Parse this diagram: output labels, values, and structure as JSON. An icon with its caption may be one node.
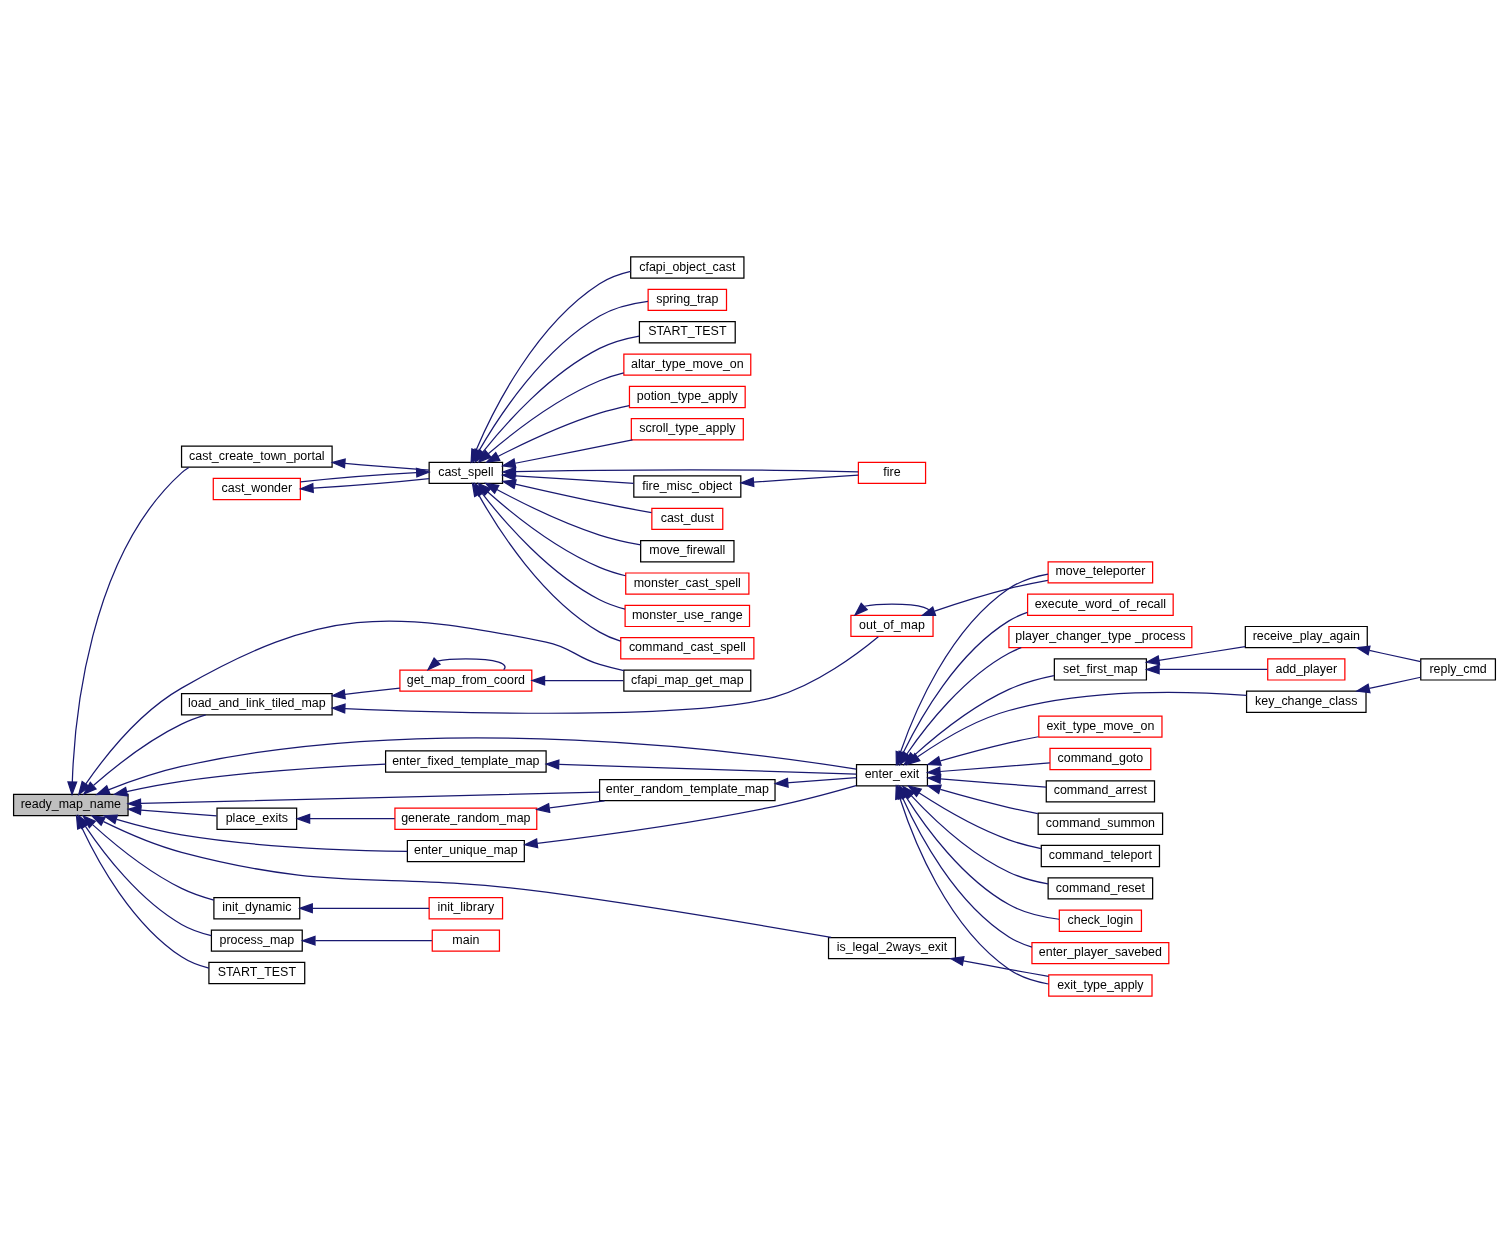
{
  "diagram": {
    "nodes": [
      {
        "text": [
          "ready_map_name"
        ]
      },
      {
        "text": [
          "cast_create_town_portal"
        ]
      },
      {
        "text": [
          "cast_spell"
        ]
      },
      {
        "text": [
          "cfapi_object_cast"
        ]
      },
      {
        "text": [
          "spring_trap"
        ]
      },
      {
        "text": [
          "cast_wonder"
        ]
      },
      {
        "text": [
          "START_TEST"
        ]
      },
      {
        "text": [
          "altar_type_move_on"
        ]
      },
      {
        "text": [
          "potion_type_apply"
        ]
      },
      {
        "text": [
          "scroll_type_apply"
        ]
      },
      {
        "text": [
          "fire"
        ]
      },
      {
        "text": [
          "fire_misc_object"
        ]
      },
      {
        "text": [
          "cast_dust"
        ]
      },
      {
        "text": [
          "move_firewall"
        ]
      },
      {
        "text": [
          "monster_cast_spell"
        ]
      },
      {
        "text": [
          "monster_use_range"
        ]
      },
      {
        "text": [
          "command_cast_spell"
        ]
      },
      {
        "text": [
          "load_and_link_tiled_map"
        ]
      },
      {
        "text": [
          "get_map_from_coord"
        ]
      },
      {
        "text": [
          "cfapi_map_get_map"
        ]
      },
      {
        "text": [
          "out_of_map"
        ]
      },
      {
        "text": [
          "move_teleporter"
        ]
      },
      {
        "text": [
          "enter_exit"
        ]
      },
      {
        "text": [
          "execute_word_of_recall"
        ]
      },
      {
        "text": [
          "player_changer_type _process"
        ]
      },
      {
        "text": [
          "set_first_map"
        ]
      },
      {
        "text": [
          "receive_play_again"
        ]
      },
      {
        "text": [
          "add_player"
        ]
      },
      {
        "text": [
          "reply_cmd"
        ]
      },
      {
        "text": [
          "key_change_class"
        ]
      },
      {
        "text": [
          "exit_type_move_on"
        ]
      },
      {
        "text": [
          "command_goto"
        ]
      },
      {
        "text": [
          "command_arrest"
        ]
      },
      {
        "text": [
          "command_summon"
        ]
      },
      {
        "text": [
          "command_teleport"
        ]
      },
      {
        "text": [
          "command_reset"
        ]
      },
      {
        "text": [
          "check_login"
        ]
      },
      {
        "text": [
          "enter_player_savebed"
        ]
      },
      {
        "text": [
          "exit_type_apply"
        ]
      },
      {
        "text": [
          "enter_fixed_template_map"
        ]
      },
      {
        "text": [
          "enter_random_template_map"
        ]
      },
      {
        "text": [
          "place_exits"
        ]
      },
      {
        "text": [
          "generate_random_map"
        ]
      },
      {
        "text": [
          "enter_unique_map"
        ]
      },
      {
        "text": [
          "init_dynamic"
        ]
      },
      {
        "text": [
          "init_library"
        ]
      },
      {
        "text": [
          "process_map"
        ]
      },
      {
        "text": [
          "main"
        ]
      },
      {
        "text": [
          "START_TEST"
        ]
      },
      {
        "text": [
          "is_legal_2ways_exit"
        ]
      }
    ],
    "edges": [
      {
        "from": 1,
        "to": 0,
        "arrow": "to"
      },
      {
        "from": 2,
        "to": 1,
        "arrow": "to"
      },
      {
        "from": 3,
        "to": 2,
        "arrow": "to"
      },
      {
        "from": 4,
        "to": 2,
        "arrow": "to"
      },
      {
        "from": 5,
        "to": 2,
        "arrow": "to"
      },
      {
        "from": 2,
        "to": 5,
        "arrow": "to"
      },
      {
        "from": 6,
        "to": 2,
        "arrow": "to"
      },
      {
        "from": 7,
        "to": 2,
        "arrow": "to"
      },
      {
        "from": 8,
        "to": 2,
        "arrow": "to"
      },
      {
        "from": 9,
        "to": 2,
        "arrow": "to"
      },
      {
        "from": 10,
        "to": 2,
        "arrow": "to"
      },
      {
        "from": 10,
        "to": 11,
        "arrow": "to"
      },
      {
        "from": 11,
        "to": 2,
        "arrow": "to"
      },
      {
        "from": 12,
        "to": 2,
        "arrow": "to"
      },
      {
        "from": 13,
        "to": 2,
        "arrow": "to"
      },
      {
        "from": 14,
        "to": 2,
        "arrow": "to"
      },
      {
        "from": 15,
        "to": 2,
        "arrow": "to"
      },
      {
        "from": 16,
        "to": 2,
        "arrow": "to"
      },
      {
        "from": 17,
        "to": 0,
        "arrow": "to"
      },
      {
        "from": 18,
        "to": 17,
        "arrow": "to"
      },
      {
        "from": 18,
        "to": 18,
        "arrow": "to"
      },
      {
        "from": 19,
        "to": 18,
        "arrow": "to"
      },
      {
        "from": 19,
        "to": 0,
        "arrow": "to"
      },
      {
        "from": 20,
        "to": 17,
        "arrow": "to"
      },
      {
        "from": 20,
        "to": 20,
        "arrow": "to"
      },
      {
        "from": 21,
        "to": 20,
        "arrow": "to"
      },
      {
        "from": 22,
        "to": 0,
        "arrow": "to"
      },
      {
        "from": 21,
        "to": 22,
        "arrow": "to"
      },
      {
        "from": 23,
        "to": 22,
        "arrow": "to"
      },
      {
        "from": 24,
        "to": 22,
        "arrow": "to"
      },
      {
        "from": 25,
        "to": 22,
        "arrow": "to"
      },
      {
        "from": 26,
        "to": 25,
        "arrow": "to"
      },
      {
        "from": 27,
        "to": 25,
        "arrow": "to"
      },
      {
        "from": 28,
        "to": 26,
        "arrow": "to"
      },
      {
        "from": 28,
        "to": 29,
        "arrow": "to"
      },
      {
        "from": 29,
        "to": 22,
        "arrow": "to"
      },
      {
        "from": 30,
        "to": 22,
        "arrow": "to"
      },
      {
        "from": 31,
        "to": 22,
        "arrow": "to"
      },
      {
        "from": 32,
        "to": 22,
        "arrow": "to"
      },
      {
        "from": 33,
        "to": 22,
        "arrow": "to"
      },
      {
        "from": 34,
        "to": 22,
        "arrow": "to"
      },
      {
        "from": 35,
        "to": 22,
        "arrow": "to"
      },
      {
        "from": 36,
        "to": 22,
        "arrow": "to"
      },
      {
        "from": 37,
        "to": 22,
        "arrow": "to"
      },
      {
        "from": 38,
        "to": 22,
        "arrow": "to"
      },
      {
        "from": 39,
        "to": 0,
        "arrow": "to"
      },
      {
        "from": 22,
        "to": 39,
        "arrow": "to"
      },
      {
        "from": 40,
        "to": 0,
        "arrow": "to"
      },
      {
        "from": 22,
        "to": 40,
        "arrow": "to"
      },
      {
        "from": 41,
        "to": 0,
        "arrow": "to"
      },
      {
        "from": 42,
        "to": 41,
        "arrow": "to"
      },
      {
        "from": 40,
        "to": 42,
        "arrow": "to"
      },
      {
        "from": 43,
        "to": 0,
        "arrow": "to"
      },
      {
        "from": 22,
        "to": 43,
        "arrow": "to"
      },
      {
        "from": 44,
        "to": 0,
        "arrow": "to"
      },
      {
        "from": 45,
        "to": 44,
        "arrow": "to"
      },
      {
        "from": 46,
        "to": 0,
        "arrow": "to"
      },
      {
        "from": 47,
        "to": 46,
        "arrow": "to"
      },
      {
        "from": 48,
        "to": 0,
        "arrow": "to"
      },
      {
        "from": 49,
        "to": 0,
        "arrow": "to"
      },
      {
        "from": 38,
        "to": 49,
        "arrow": "to"
      }
    ]
  }
}
